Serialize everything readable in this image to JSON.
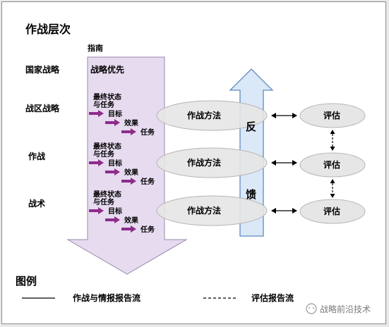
{
  "title": "作战层次",
  "guide_label": "指南",
  "feedback_label": [
    "反",
    "馈"
  ],
  "levels": [
    {
      "name": "国家战略",
      "content": "战略优先"
    },
    {
      "name": "战区战略",
      "steps": [
        "最终状态",
        "与任务",
        "目标",
        "效果",
        "任务"
      ]
    },
    {
      "name": "作战",
      "steps": [
        "最终状态",
        "与任务",
        "目标",
        "效果",
        "任务"
      ]
    },
    {
      "name": "战术",
      "steps": [
        "最终状态",
        "与任务",
        "目标",
        "效果",
        "任务"
      ]
    }
  ],
  "method_label": "作战方法",
  "eval_label": "评估",
  "legend": {
    "title": "图例",
    "solid_label": "作战与情报报告流",
    "dashed_label": "评估报告流"
  },
  "watermark": "战略前沿技术",
  "colors": {
    "down_arrow_fill": "#e6dbef",
    "down_arrow_stroke": "#9a88ad",
    "up_arrow_fill": "#dbe8f7",
    "up_arrow_stroke": "#5f89c1",
    "bullet_arrow": "#8e2c8a",
    "ellipse_fill": "#e6e6e6",
    "ellipse_stroke": "#b6b6b6"
  }
}
